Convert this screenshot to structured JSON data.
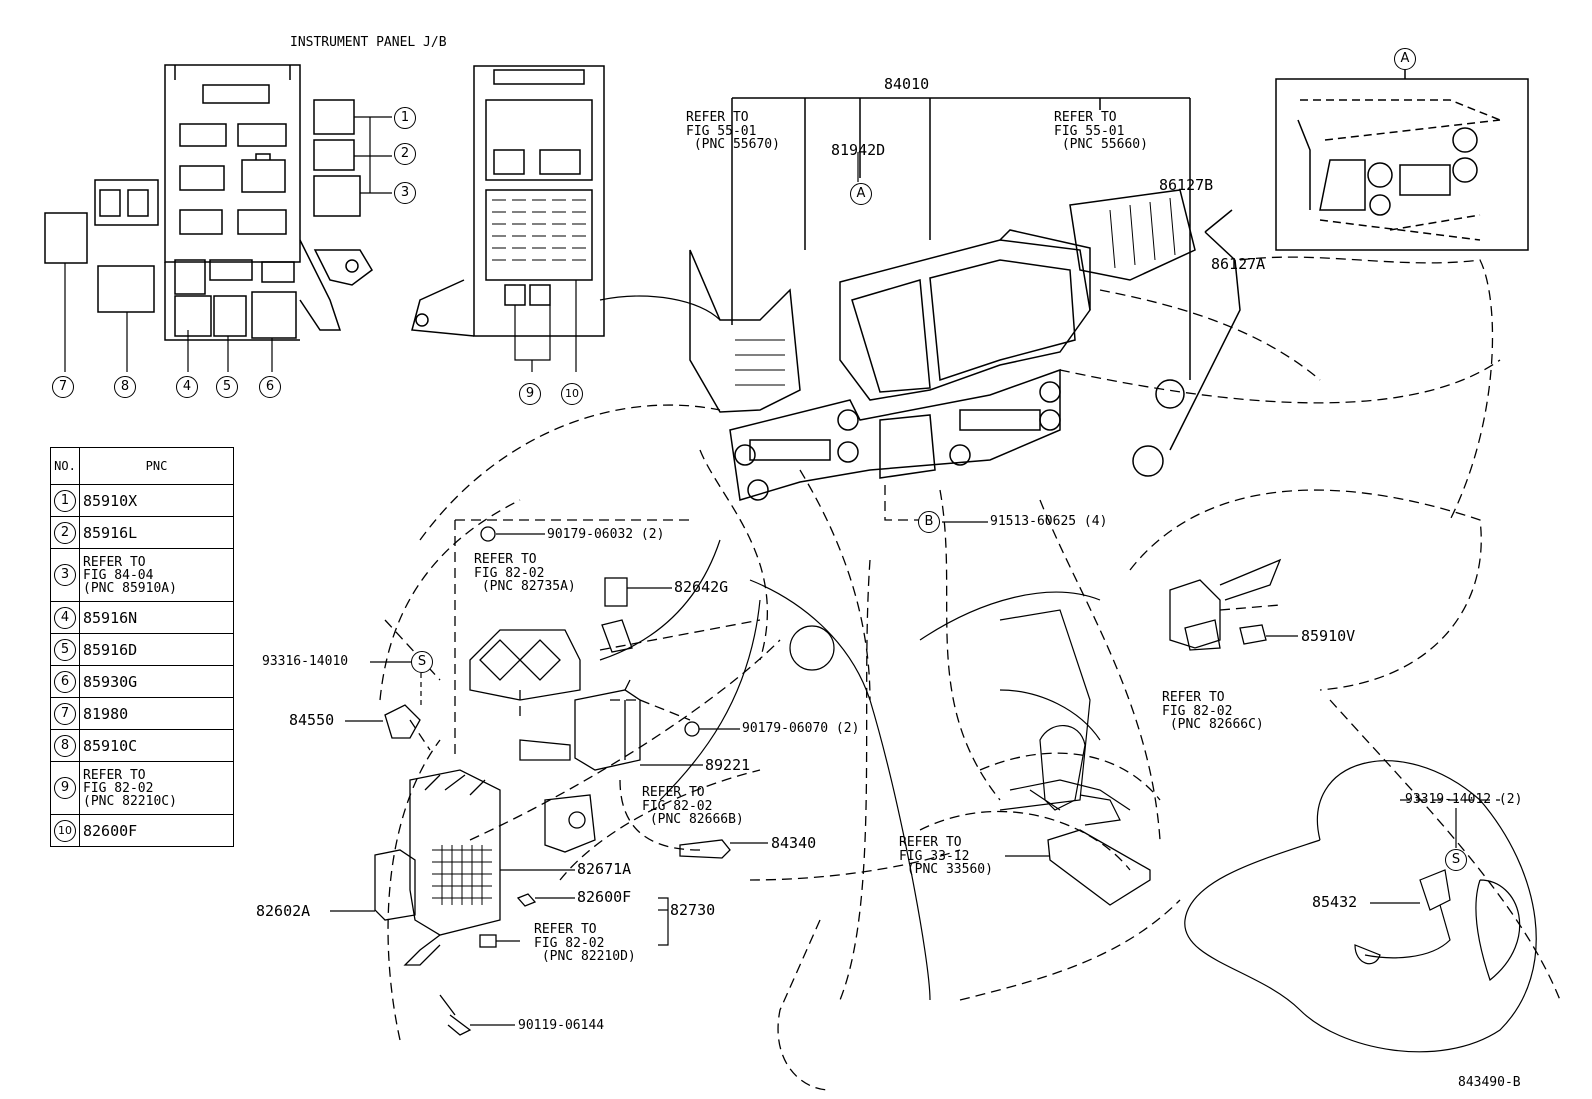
{
  "title": "INSTRUMENT PANEL J/B",
  "figure_id": "843490-B",
  "table": {
    "header_no": "NO.",
    "header_pnc": "PNC",
    "rows": [
      {
        "no": "1",
        "pnc": "85910X"
      },
      {
        "no": "2",
        "pnc": "85916L"
      },
      {
        "no": "3",
        "pnc": "REFER TO\nFIG 84-04\n(PNC 85910A)"
      },
      {
        "no": "4",
        "pnc": "85916N"
      },
      {
        "no": "5",
        "pnc": "85916D"
      },
      {
        "no": "6",
        "pnc": "85930G"
      },
      {
        "no": "7",
        "pnc": "81980"
      },
      {
        "no": "8",
        "pnc": "85910C"
      },
      {
        "no": "9",
        "pnc": "REFER TO\nFIG 82-02\n(PNC 82210C)"
      },
      {
        "no": "10",
        "pnc": "82600F"
      }
    ]
  },
  "callouts": {
    "c1": "1",
    "c2": "2",
    "c3": "3",
    "c4": "4",
    "c5": "5",
    "c6": "6",
    "c7": "7",
    "c8": "8",
    "c9": "9",
    "c10": "10",
    "a_top": "A",
    "a_mid": "A",
    "b": "B",
    "s_left": "S",
    "s_right": "S"
  },
  "labels": {
    "p84010": "84010",
    "p81942d": "81942D",
    "p86127b": "86127B",
    "p86127a": "86127A",
    "ref_55670": "REFER TO\nFIG 55-01\n (PNC 55670)",
    "ref_55660": "REFER TO\nFIG 55-01\n (PNC 55660)",
    "p90179_06032": "90179-06032 (2)",
    "ref_82735a": "REFER TO\nFIG 82-02\n (PNC 82735A)",
    "p82642g": "82642G",
    "p91513": "91513-60625 (4)",
    "p93316": "93316-14010",
    "p84550": "84550",
    "p90179_06070": "90179-06070 (2)",
    "p89221": "89221",
    "ref_82666b": "REFER TO\nFIG 82-02\n (PNC 82666B)",
    "p84340": "84340",
    "p82671a": "82671A",
    "p82600f": "82600F",
    "p82730": "82730",
    "p82602a": "82602A",
    "ref_82210d": "REFER TO\nFIG 82-02\n (PNC 82210D)",
    "p90119": "90119-06144",
    "ref_33560": "REFER TO\nFIG 33-12\n (PNC 33560)",
    "p85910v": "85910V",
    "ref_82666c": "REFER TO\nFIG 82-02\n (PNC 82666C)",
    "p93319": "93319-14012 (2)",
    "p85432": "85432"
  }
}
